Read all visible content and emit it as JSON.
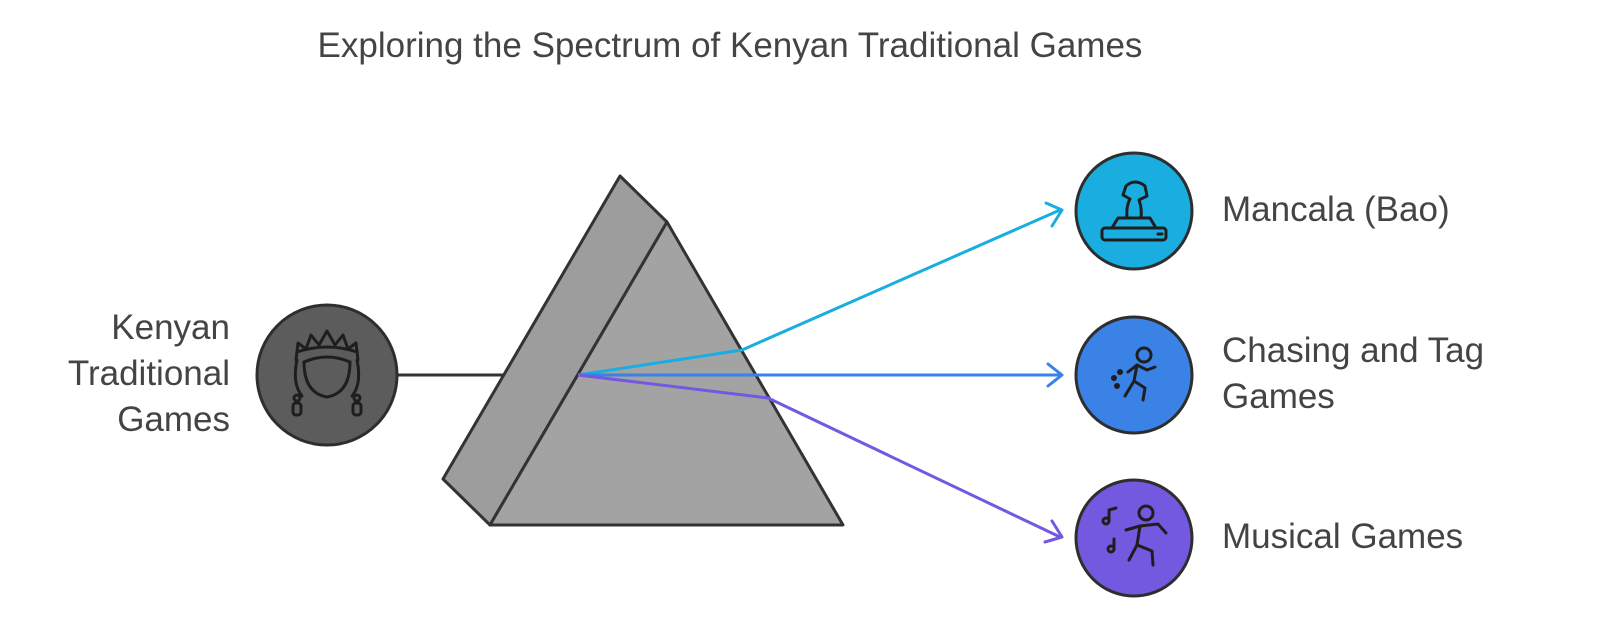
{
  "title": "Exploring the Spectrum of Kenyan Traditional Games",
  "source": {
    "label_lines": [
      "Kenyan",
      "Traditional",
      "Games"
    ],
    "icon": "woman-with-headdress-icon",
    "color": "#5c5c5c"
  },
  "prism": {
    "front_color": "#a3a3a3",
    "side_color": "#9d9d9d",
    "stroke_color": "#333333"
  },
  "outputs": [
    {
      "id": "mancala",
      "label_lines": [
        "Mancala (Bao)"
      ],
      "icon": "board-game-piece-icon",
      "color": "#1aaee0"
    },
    {
      "id": "chasing",
      "label_lines": [
        "Chasing and Tag",
        "Games"
      ],
      "icon": "running-person-icon",
      "color": "#3b82e6"
    },
    {
      "id": "musical",
      "label_lines": [
        "Musical Games"
      ],
      "icon": "dancing-person-music-icon",
      "color": "#7358e0"
    }
  ]
}
